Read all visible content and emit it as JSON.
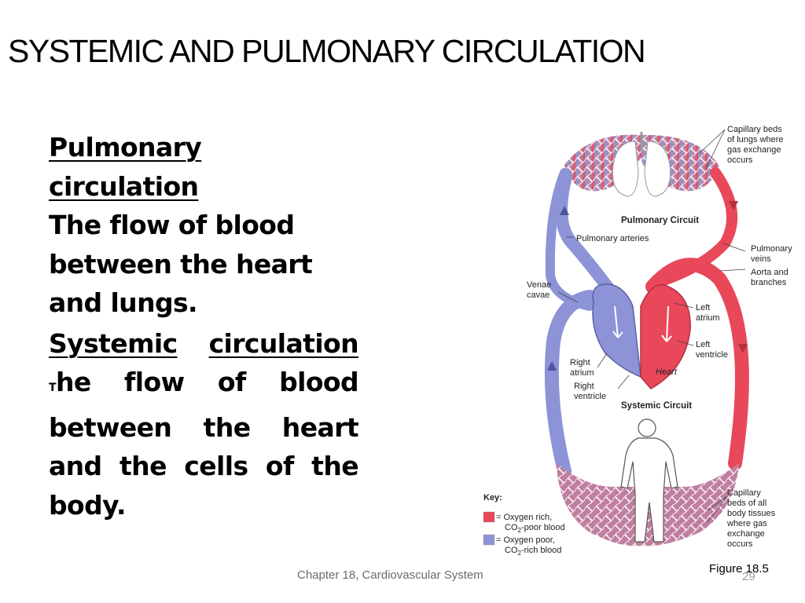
{
  "slide": {
    "title": "SYSTEMIC AND PULMONARY CIRCULATION",
    "pulmonary_heading": "Pulmonary circulation",
    "pulmonary_def": "The flow of blood between the heart and lungs.",
    "systemic_heading_1": "Systemic",
    "systemic_heading_2": "circulation",
    "systemic_def_initial": "T",
    "systemic_def_rest": "he flow of blood between the heart and the cells of the body.",
    "footer": "Chapter 18, Cardiovascular System",
    "figure_label": "Figure 18.5",
    "page_number": "29"
  },
  "diagram": {
    "labels": {
      "capillary_lungs": [
        "Capillary beds",
        "of lungs where",
        "gas exchange",
        "occurs"
      ],
      "pulmonary_circuit": "Pulmonary Circuit",
      "pulmonary_arteries": "Pulmonary arteries",
      "pulmonary_veins": [
        "Pulmonary",
        "veins"
      ],
      "aorta": [
        "Aorta and",
        "branches"
      ],
      "venae_cavae": [
        "Venae",
        "cavae"
      ],
      "left_atrium": [
        "Left",
        "atrium"
      ],
      "left_ventricle": [
        "Left",
        "ventricle"
      ],
      "right_atrium": [
        "Right",
        "atrium"
      ],
      "right_ventricle": [
        "Right",
        "ventricle"
      ],
      "heart": "Heart",
      "systemic_circuit": "Systemic Circuit",
      "capillary_body": [
        "Capillary",
        "beds of all",
        "body tissues",
        "where gas",
        "exchange",
        "occurs"
      ]
    },
    "key": {
      "title": "Key:",
      "rich_line1": "= Oxygen rich,",
      "rich_line2_pre": "CO",
      "rich_line2_sub": "2",
      "rich_line2_post": "-poor blood",
      "poor_line1": "= Oxygen poor,",
      "poor_line2_pre": "CO",
      "poor_line2_sub": "2",
      "poor_line2_post": "-rich blood"
    },
    "colors": {
      "oxygen_rich": "#e8485a",
      "oxygen_poor": "#8c93d6"
    }
  }
}
